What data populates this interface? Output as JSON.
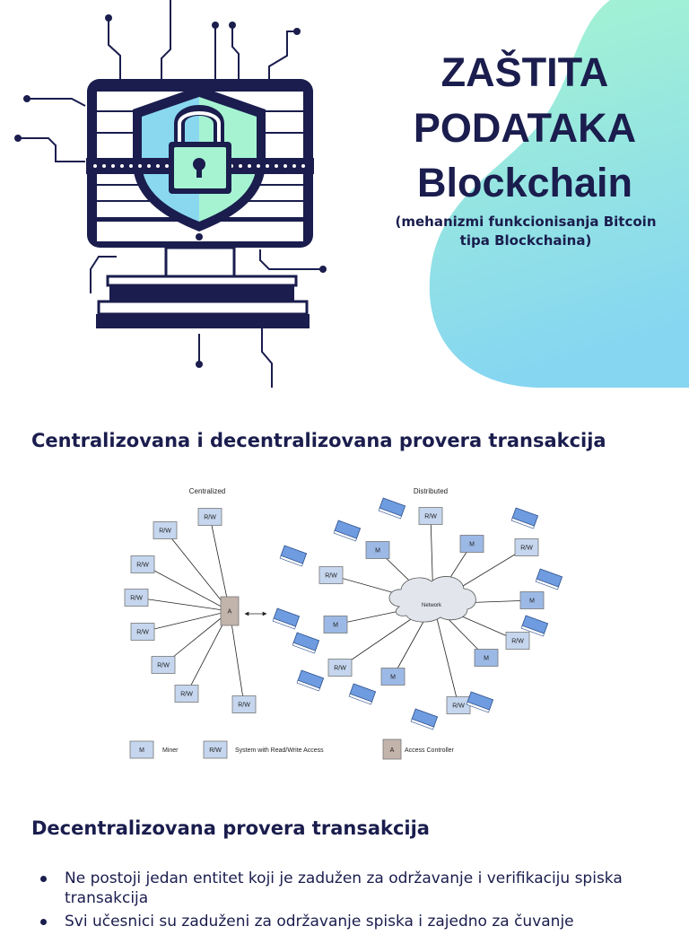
{
  "header": {
    "title_line1": "ZAŠTITA",
    "title_line2": "PODATAKA",
    "title_line3": "Blockchain",
    "subtitle": "(mehanizmi funkcionisanja Bitcoin tipa Blockchaina)"
  },
  "sections": {
    "centralized_heading": "Centralizovana i decentralizovana provera transakcija",
    "decentralized_heading": "Decentralizovana provera transakcija"
  },
  "diagram": {
    "centralized_title": "Centralized",
    "distributed_title": "Distributed",
    "rw_label": "R/W",
    "access_label": "A",
    "miner_label": "M",
    "network_label": "Network",
    "legend": {
      "miner_key": "M",
      "miner_text": "Miner",
      "rw_key": "R/W",
      "rw_text": "System with Read/Write Access",
      "access_key": "A",
      "access_text": "Access Controller"
    }
  },
  "bullets": [
    "Ne postoji jedan entitet koji je zadužen za održavanje i verifikaciju spiska transakcija",
    "Svi učesnici su zaduženi za održavanje spiska i zajedno za čuvanje"
  ],
  "colors": {
    "navy": "#1a1d4d",
    "mint": "#a6f3d2",
    "sky": "#8ad8f0",
    "node_blue": "#c5d6ee",
    "miner_blue": "#9cb9e6",
    "controller_gray": "#c2b3ab"
  }
}
